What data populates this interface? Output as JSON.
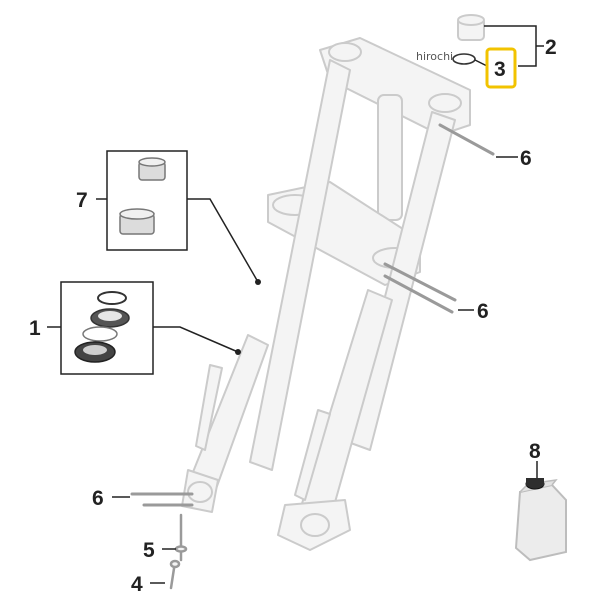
{
  "watermark": "hirochi",
  "callouts": {
    "c1": "1",
    "c2": "2",
    "c3": "3",
    "c4": "4",
    "c5": "5",
    "c6a": "6",
    "c6b": "6",
    "c6c": "6",
    "c7": "7",
    "c8": "8"
  },
  "colors": {
    "outline": "#c9c9c9",
    "part_fill": "#f2f2f2",
    "leader": "#222222",
    "highlight": "#f2c300"
  }
}
